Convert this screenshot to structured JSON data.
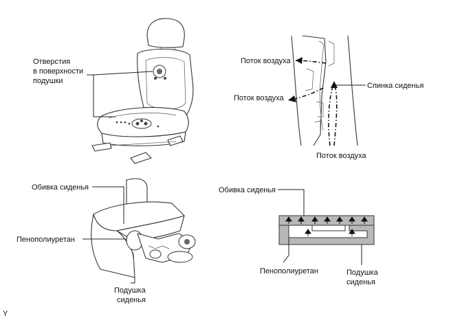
{
  "panel_top_left": {
    "label_holes": [
      "Отверстия",
      "в поверхности",
      "подушки"
    ]
  },
  "panel_top_right": {
    "label_airflow_upper": "Поток воздуха",
    "label_airflow_middle": "Поток воздуха",
    "label_airflow_bottom": "Поток воздуха",
    "label_seatback": "Спинка сиденья"
  },
  "panel_bottom_left": {
    "label_cover": "Обивка сиденья",
    "label_foam": "Пенополиуретан",
    "label_cushion": [
      "Подушка",
      "сиденья"
    ]
  },
  "panel_bottom_right": {
    "label_cover": "Обивка сиденья",
    "label_foam": "Пенополиуретан",
    "label_cushion": [
      "Подушка",
      "сиденья"
    ]
  },
  "footer": {
    "corner_mark": "Y"
  }
}
